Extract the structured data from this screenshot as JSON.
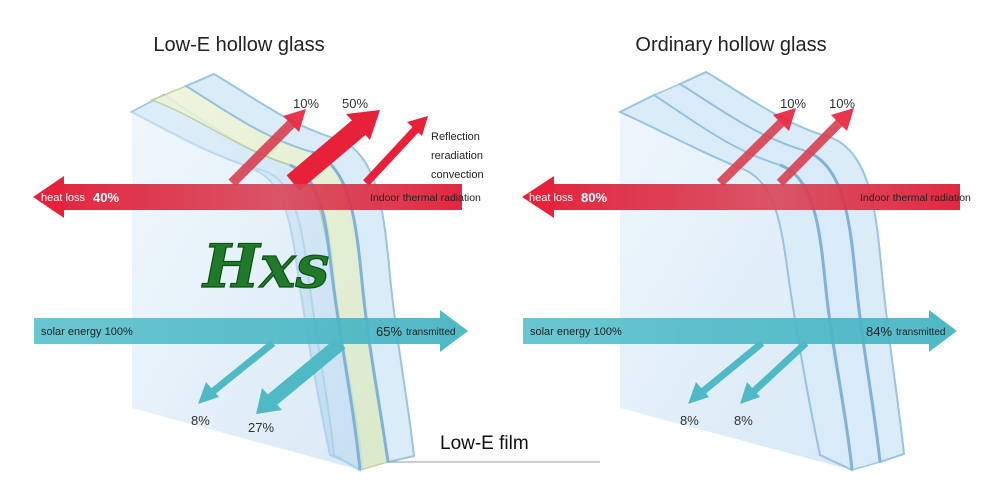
{
  "left_panel": {
    "title": "Low-E hollow glass",
    "pct_reflect_a": "10%",
    "pct_reflect_b": "50%",
    "reflection_lines": [
      "Reflection",
      "reradiation",
      "convection"
    ],
    "heat_loss_label": "heat loss",
    "heat_loss_pct": "40%",
    "indoor_label": "Indoor thermal radiation",
    "solar_label": "solar energy 100%",
    "transmitted_pct": "65%",
    "transmitted_label": "transmitted",
    "pct_down_a": "8%",
    "pct_down_b": "27%",
    "film_label": "Low-E film",
    "logo_text": "Hxs"
  },
  "right_panel": {
    "title": "Ordinary hollow glass",
    "pct_reflect_a": "10%",
    "pct_reflect_b": "10%",
    "heat_loss_label": "heat loss",
    "heat_loss_pct": "80%",
    "indoor_label": "Indoor thermal radiation",
    "solar_label": "solar energy 100%",
    "transmitted_pct": "84%",
    "transmitted_label": "transmitted",
    "pct_down_a": "8%",
    "pct_down_b": "8%"
  },
  "colors": {
    "heat_red": "#e8213a",
    "solar_teal": "#4fb9c6",
    "glass_blue": "#cfe6f6",
    "glass_edge": "#8fbfe0",
    "lowe_tint": "#e2efc4",
    "logo_green": "#1f7a2a"
  }
}
